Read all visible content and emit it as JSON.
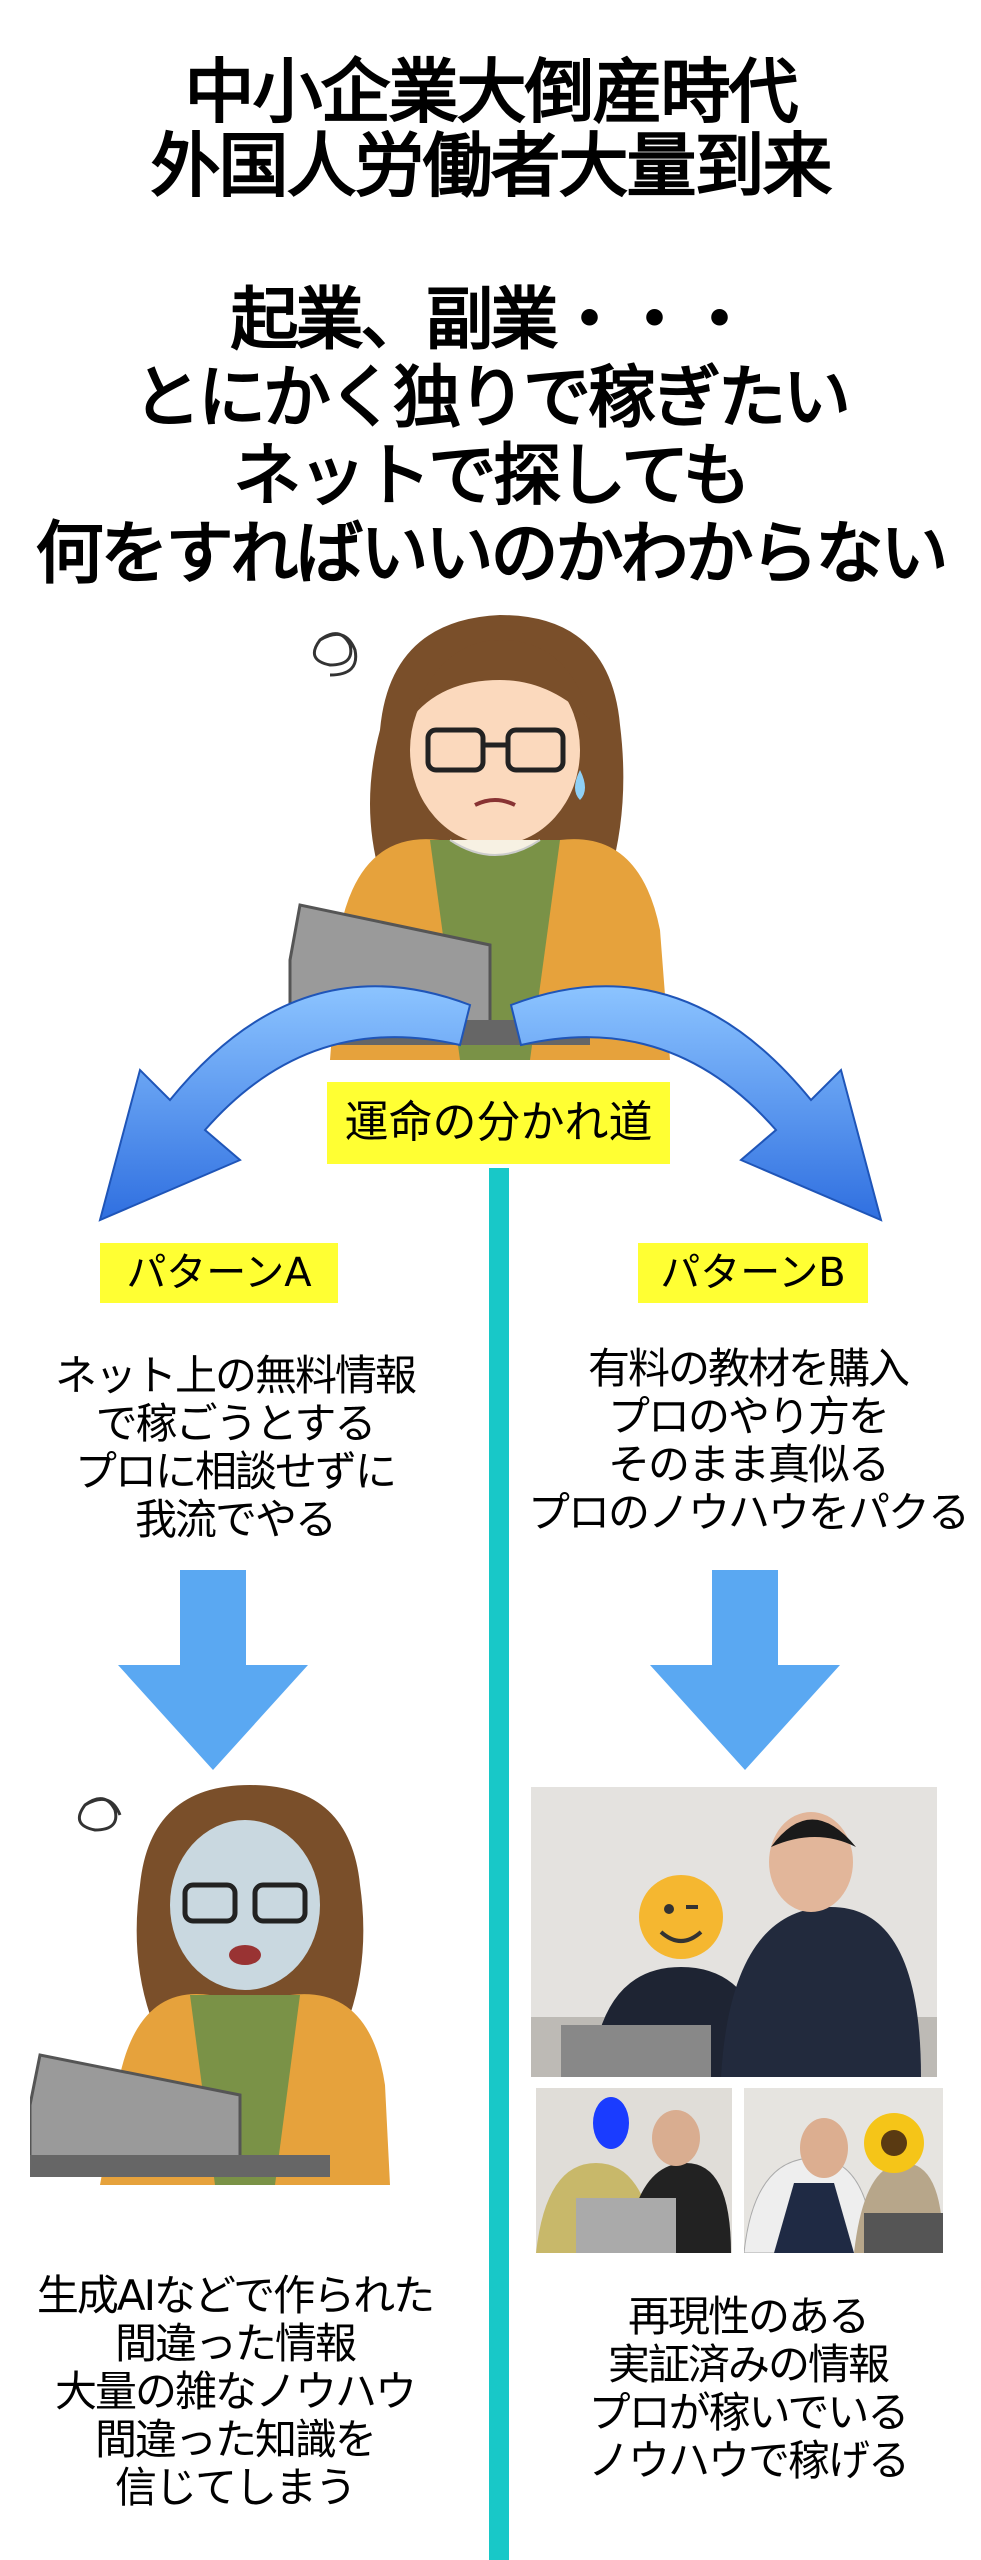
{
  "header": {
    "title_lines": [
      "中小企業大倒産時代",
      "外国人労働者大量到来"
    ],
    "subtitle_lines": [
      "起業、副業・・・",
      "とにかく独りで稼ぎたい",
      "ネットで探しても",
      "何をすればいいのかわからない"
    ]
  },
  "crossroads": {
    "label": "運命の分かれ道"
  },
  "pattern_a": {
    "label": "パターンA",
    "description_lines": [
      "ネット上の無料情報",
      "で稼ごうとする",
      "プロに相談せずに",
      "我流でやる"
    ],
    "result_lines": [
      "生成AIなどで作られた",
      "間違った情報",
      "大量の雑なノウハウ",
      "間違った知識を",
      "信じてしまう"
    ]
  },
  "pattern_b": {
    "label": "パターンB",
    "description_lines": [
      "有料の教材を購入",
      "プロのやり方を",
      "そのまま真似る",
      "プロのノウハウをパクる"
    ],
    "result_lines": [
      "再現性のある",
      "実証済みの情報",
      "プロが稼いでいる",
      "ノウハウで稼げる"
    ]
  },
  "colors": {
    "highlight": "#ffff33",
    "divider": "#18c8c8",
    "arrow": "#4a9cf0"
  }
}
